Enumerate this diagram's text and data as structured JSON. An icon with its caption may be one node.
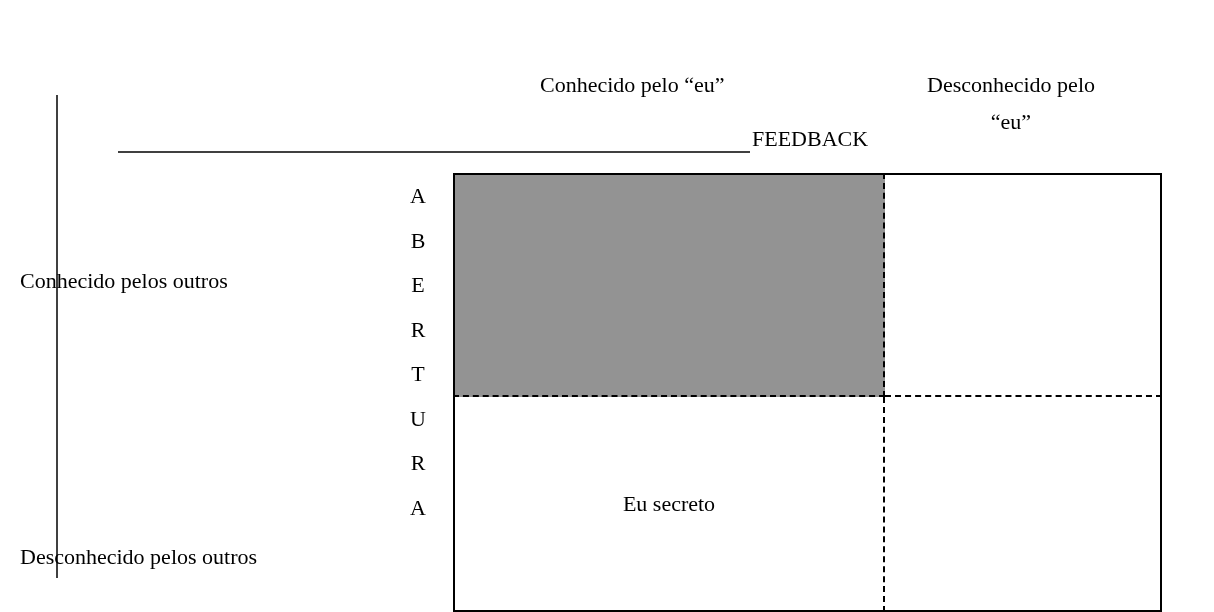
{
  "diagram": {
    "nodes": [
      {
        "text": [],
        "shape": "box"
      },
      {
        "text": [],
        "shape": "box"
      },
      {
        "text": [
          "Eu secreto"
        ]
      },
      {
        "text": [],
        "shape": "box"
      }
    ],
    "edges": [],
    "labels": [
      "Conhecido pelo “eu”",
      "Desconhecido pelo “eu”",
      "FEEDBACK",
      "ABERTURA",
      "Conhecido pelos outros",
      "Desconhecido pelos outros"
    ]
  }
}
